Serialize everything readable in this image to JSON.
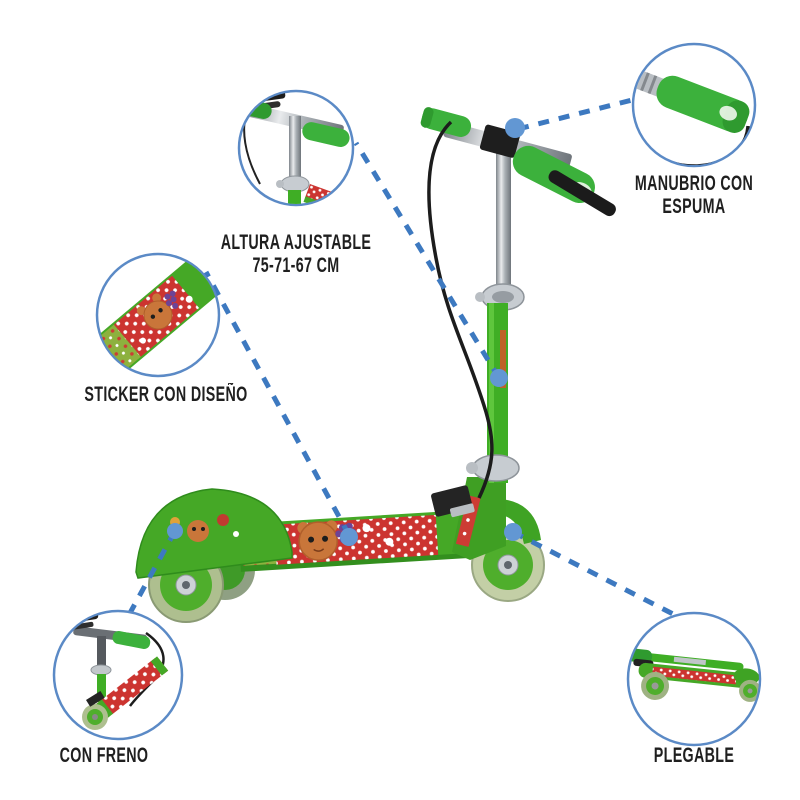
{
  "colors": {
    "background": "#ffffff",
    "callout_ring_blue": "#5b8ac6",
    "dashed_line_blue": "#3d79c0",
    "connector_dot_blue": "#6297d3",
    "scooter_green": "#45a826",
    "grip_green": "#3cb13c",
    "sticker_red": "#cc3430",
    "label_text": "#1f1f1f"
  },
  "callouts": [
    {
      "id": "manubrio",
      "lines": [
        "MANUBRIO CON",
        "ESPUMA"
      ],
      "icon": "foam-handlebar-icon"
    },
    {
      "id": "altura",
      "lines": [
        "ALTURA AJUSTABLE",
        "75-71-67 CM"
      ],
      "icon": "adjustable-stem-icon"
    },
    {
      "id": "sticker",
      "lines": [
        "STICKER CON DISEÑO"
      ],
      "icon": "deck-sticker-icon"
    },
    {
      "id": "freno",
      "lines": [
        "CON FRENO"
      ],
      "icon": "brake-scooter-icon"
    },
    {
      "id": "plegable",
      "lines": [
        "PLEGABLE"
      ],
      "icon": "folded-scooter-icon"
    }
  ]
}
